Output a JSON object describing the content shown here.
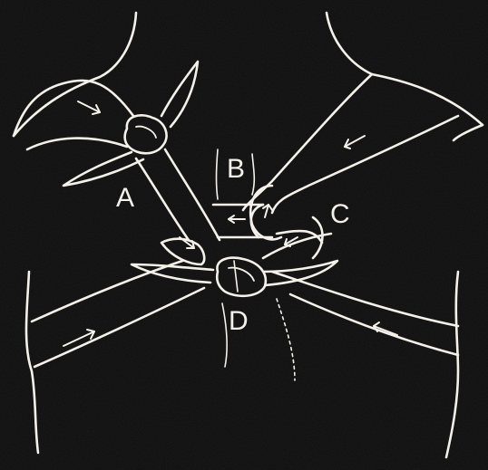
{
  "figure": {
    "labels": {
      "a": "A",
      "b": "B",
      "c": "C",
      "d": "D"
    },
    "colors": {
      "background": "#0d0d0d",
      "bandage": "#151515",
      "outline": "#f4f1ea"
    },
    "icons": [
      "arrow-icon",
      "knot-icon"
    ]
  }
}
